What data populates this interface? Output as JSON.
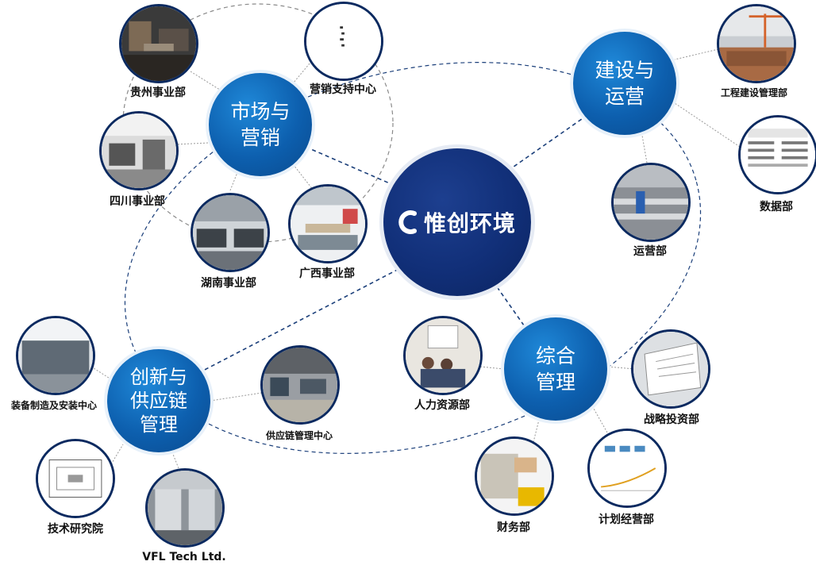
{
  "center": {
    "name": "惟创环境"
  },
  "hubs": {
    "marketing": "市场与\n营销",
    "construction": "建设与\n运营",
    "innovation": "创新与\n供应链\n管理",
    "management": "综合\n管理"
  },
  "departments": {
    "guizhou": "贵州事业部",
    "marketing_support": "营销支持中心",
    "sichuan": "四川事业部",
    "hunan": "湖南事业部",
    "guangxi": "广西事业部",
    "engineering": "工程建设管理部",
    "data": "数据部",
    "operations": "运营部",
    "equipment": "装备制造及安装中心",
    "supply_chain": "供应链管理中心",
    "research": "技术研究院",
    "vfl": "VFL Tech Ltd.",
    "hr": "人力资源部",
    "strategy": "战略投资部",
    "finance": "财务部",
    "planning": "计划经营部"
  },
  "colors": {
    "hub": "#0d5fae",
    "center": "#112f78",
    "dashed_line": "#1b3f7a",
    "ring": "#8a8a8a"
  }
}
